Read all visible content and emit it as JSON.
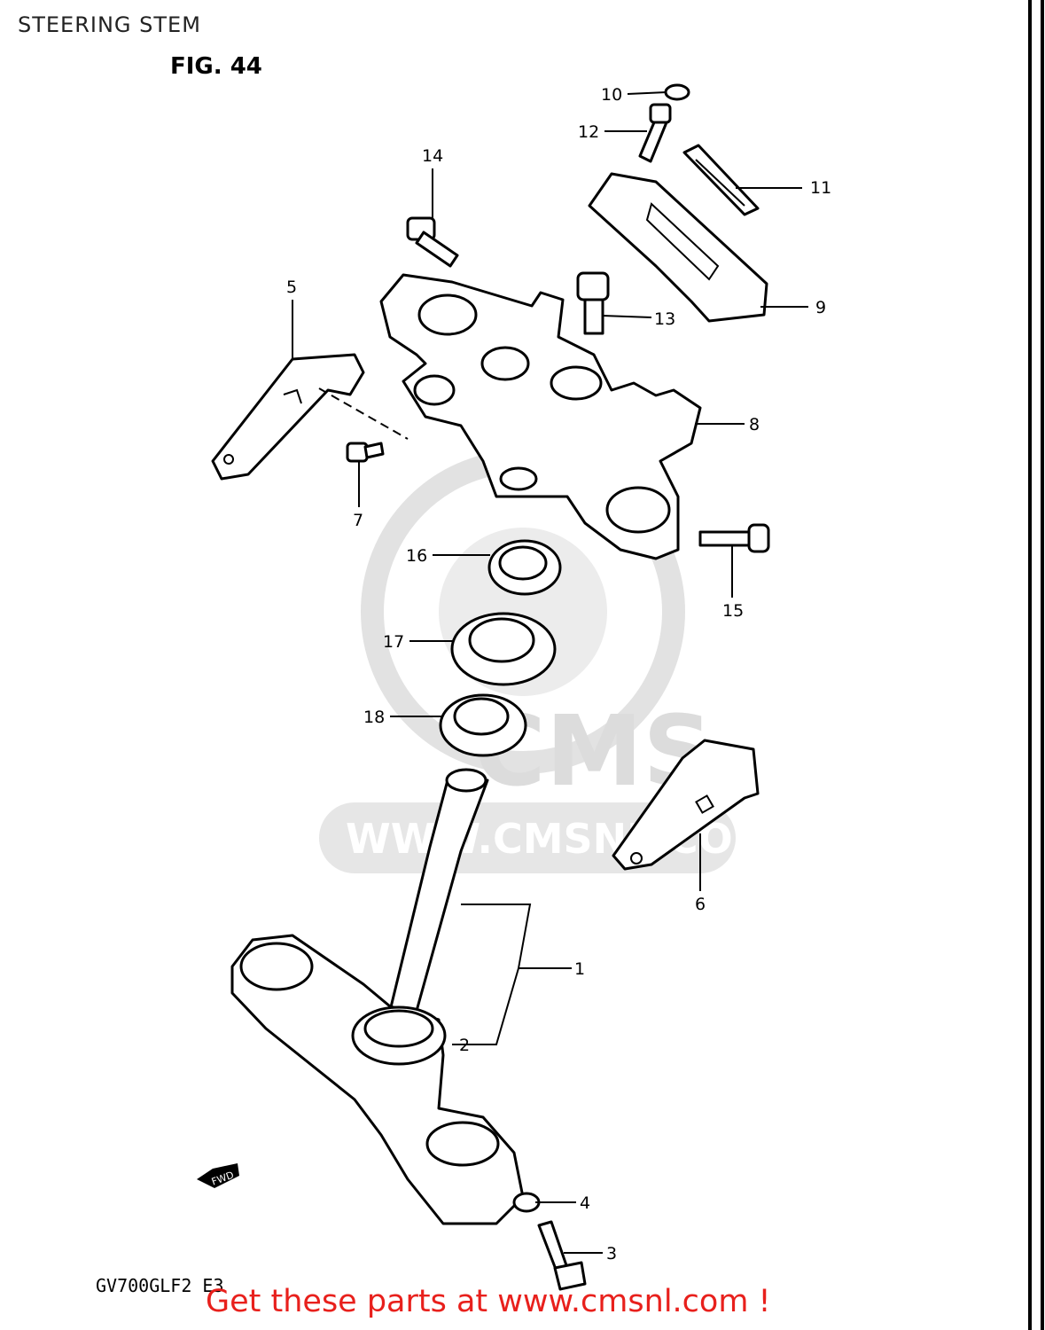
{
  "header": {
    "title": "STEERING STEM",
    "figure": "FIG. 44"
  },
  "footer": {
    "model_code": "GV700GLF2 E3",
    "cta": "Get these parts at www.cmsnl.com !"
  },
  "watermark": {
    "brand": "CMS",
    "url": "WWW.CMSNL.COM"
  },
  "fwd_marker": "FWD",
  "colors": {
    "cta": "#e8201c",
    "ink": "#000000",
    "watermark": "#e0e0e0"
  },
  "callouts": [
    {
      "id": "1",
      "label": "1"
    },
    {
      "id": "2",
      "label": "2"
    },
    {
      "id": "3",
      "label": "3"
    },
    {
      "id": "4",
      "label": "4"
    },
    {
      "id": "5",
      "label": "5"
    },
    {
      "id": "6",
      "label": "6"
    },
    {
      "id": "7",
      "label": "7"
    },
    {
      "id": "8",
      "label": "8"
    },
    {
      "id": "9",
      "label": "9"
    },
    {
      "id": "10",
      "label": "10"
    },
    {
      "id": "11",
      "label": "11"
    },
    {
      "id": "12",
      "label": "12"
    },
    {
      "id": "13",
      "label": "13"
    },
    {
      "id": "14",
      "label": "14"
    },
    {
      "id": "15",
      "label": "15"
    },
    {
      "id": "16",
      "label": "16"
    },
    {
      "id": "17",
      "label": "17"
    },
    {
      "id": "18",
      "label": "18"
    }
  ]
}
